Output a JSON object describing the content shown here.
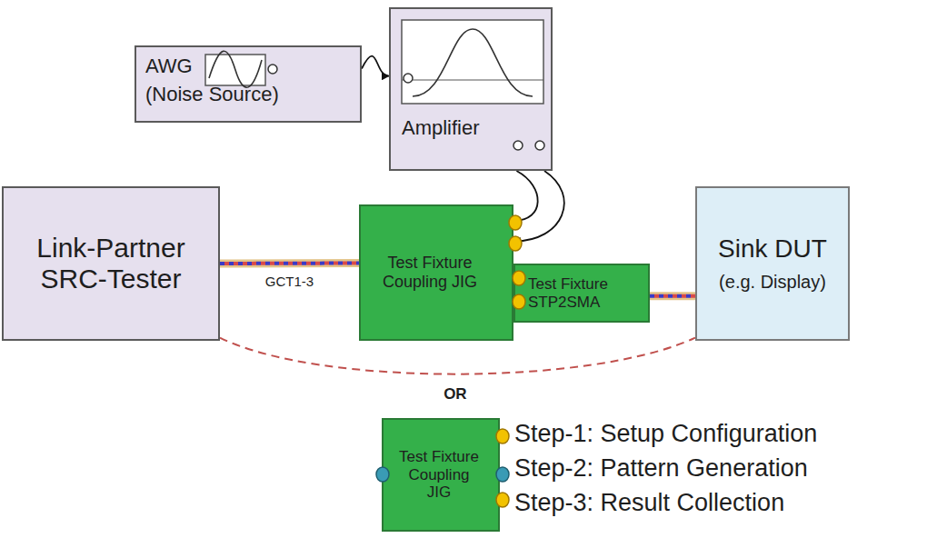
{
  "diagram": {
    "nodes": [
      {
        "text": [
          "AWG",
          "(Noise Source)"
        ]
      },
      {
        "text": [
          "Amplifier"
        ]
      },
      {
        "text": [
          "Link-Partner SRC-Tester"
        ]
      },
      {
        "text": [
          "Test Fixture Coupling JIG"
        ]
      },
      {
        "text": [
          "Test Fixture STP2SMA"
        ]
      },
      {
        "text": [
          "Sink DUT",
          "(e.g. Display)"
        ]
      },
      {
        "text": [
          "Test Fixture Coupling JIG"
        ]
      }
    ],
    "edges": [
      {
        "from": 0,
        "to": 1,
        "arrow": "to"
      },
      {
        "from": 1,
        "to": 3,
        "arrow": "to"
      },
      {
        "from": 1,
        "to": 3,
        "arrow": "to"
      },
      {
        "from": 2,
        "to": 3,
        "label": "GCT1-3",
        "arrow": "none"
      },
      {
        "from": 4,
        "to": 5,
        "arrow": "none"
      },
      {
        "from": 2,
        "to": 5,
        "label": "OR",
        "arrow": "none"
      }
    ],
    "labels": [
      "Step-1: Setup Configuration",
      "Step-2: Pattern Generation",
      "Step-3: Result Collection"
    ]
  }
}
